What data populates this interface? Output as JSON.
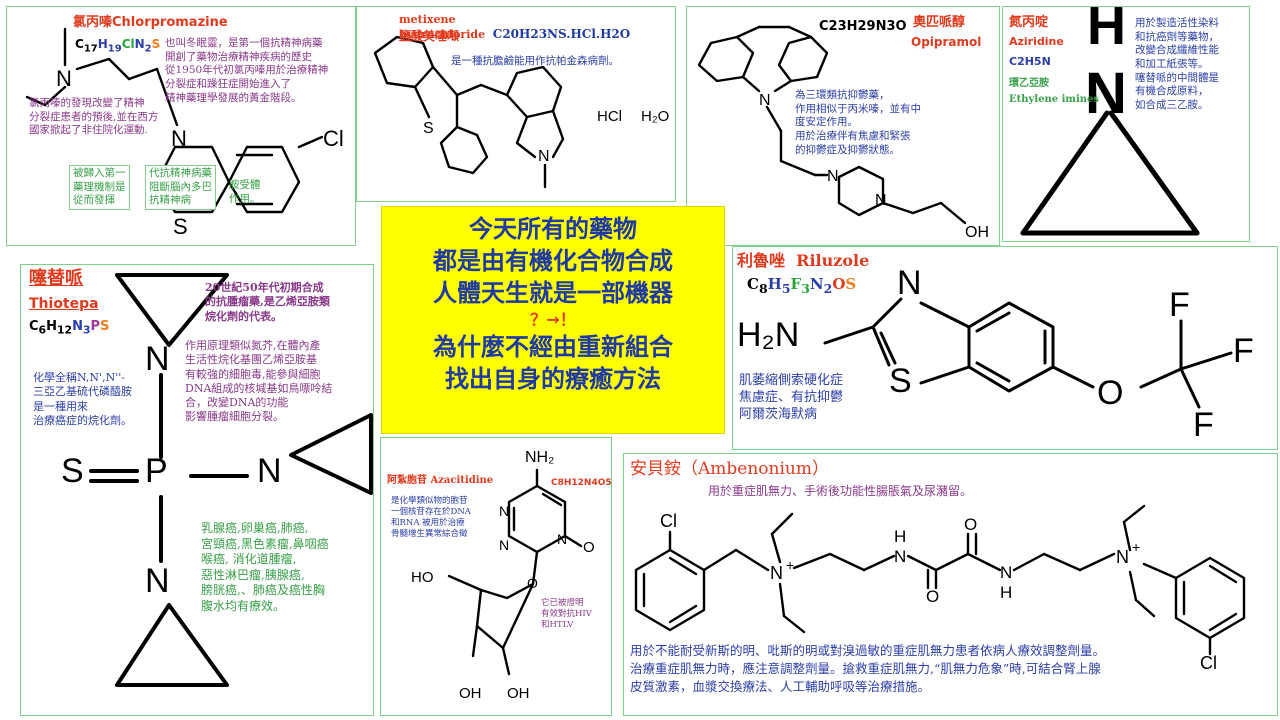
{
  "center": {
    "line1": "今天所有的藥物",
    "line2": "都是由有機化合物合成",
    "line3": "人體天生就是一部機器",
    "arrow": "？→！",
    "line4": "為什麼不經由重新組合",
    "line5": "找出自身的療癒方法"
  },
  "chlorpromazine": {
    "name": "氯丙嗪",
    "en": "Chlorpromazine",
    "formula": [
      "C",
      "17",
      "H",
      "19",
      "Cl",
      "N",
      "2",
      "S"
    ],
    "desc1": "也叫冬眠靈，是第一個抗精神病藥\n開創了藥物治療精神疾病的歷史\n從1950年代初氯丙嗪用於治療精神\n分裂症和躁狂症開始進入了\n精神藥理學發展的黃金階段。",
    "desc2": "氯丙嗪的發現改變了精神\n分裂症患者的預後,並在西方\n國家掀起了非住院化運動.",
    "box1": "被歸入第一\n藥理機制是\n從而發揮",
    "box2": "代抗精神病藥\n阻斷腦內多巴\n抗精神病",
    "box3": "胺受體\n作用。",
    "atoms": {
      "n1": "N",
      "n2": "N",
      "s": "S",
      "cl": "Cl"
    }
  },
  "metixene": {
    "en": "metixene hydrochloride",
    "name": "鹽酸美噻噸",
    "formula": "C20H23NS.HCl.H2O",
    "desc": "是一種抗膽鹼能用作抗帕金森病劑。",
    "atoms": {
      "s": "S",
      "n": "N",
      "hcl": "HCl",
      "h2o": "H₂O"
    }
  },
  "opipramol": {
    "formula": "C23H29N3O",
    "name": "奧匹哌醇",
    "en": "Opipramol",
    "desc": "為三環類抗抑鬱藥，\n作用相似于丙米嗪，並有中\n度安定作用。\n用於治療伴有焦慮和緊張\n的抑鬱症及抑鬱狀態。",
    "atoms": {
      "n1": "N",
      "n2": "N",
      "n3": "N",
      "oh": "OH"
    }
  },
  "aziridine": {
    "name": "氮丙啶",
    "en": "Aziridine",
    "formula": "C2H5N",
    "alt": "環乙亞胺",
    "alt_en": "Ethylene imines",
    "desc": "用於製造活性染料\n和抗癌劑等藥物，\n改變合成纖維性能\n和加工紙張等。\n噻替哌的中間體是\n有機合成原料，\n如合成三乙胺。",
    "atoms": {
      "h": "H",
      "n": "N"
    }
  },
  "thiotepa": {
    "name": "噻替哌",
    "en": "Thiotepa",
    "formula": [
      "C",
      "6",
      "H",
      "12",
      "N",
      "3",
      "P",
      "S"
    ],
    "desc1": "20世紀50年代初期合成\n的抗腫瘤藥,是乙烯亞胺類\n烷化劑的代表。",
    "desc2": "作用原理類似氮芥,在體內產\n生活性烷化基團乙烯亞胺基\n有較強的細胞毒,能參與細胞\nDNA組成的核堿基如鳥嘌呤結\n合，改變DNA的功能\n影響腫瘤細胞分裂。",
    "desc3": "化學全稱N,N',N''-\n三亞乙基硫代磷醯胺\n是一種用來\n治療癌症的烷化劑。",
    "desc4": "乳腺癌,卵巢癌,肺癌,\n宮頸癌,黑色素瘤,鼻咽癌\n喉癌, 消化道腫瘤,\n惡性淋巴瘤,胰腺癌,\n膀胱癌,、肺癌及癌性胸\n腹水均有療效。",
    "atoms": {
      "n1": "N",
      "n2": "N",
      "n3": "N",
      "p": "P",
      "s": "S"
    }
  },
  "riluzole": {
    "name": "利魯唑",
    "en": "Riluzole",
    "formula": [
      "C",
      "8",
      "H",
      "5",
      "F",
      "3",
      "N",
      "2",
      "O",
      "S"
    ],
    "desc": "肌萎縮側索硬化症\n焦慮症、有抗抑鬱\n阿爾茨海默病",
    "atoms": {
      "n": "N",
      "h2n": "H₂N",
      "s": "S",
      "o": "O",
      "f1": "F",
      "f2": "F",
      "f3": "F"
    }
  },
  "azacitidine": {
    "name": "阿紮胞苷",
    "en": "Azacitidine",
    "formula": "C8H12N4O5",
    "desc": "是化學類似物的胞苷\n一個核苷存在於DNA\n和RNA 被用於治療\n骨髓增生異常綜合徵",
    "desc2": "它已被證明\n有效對抗HIV\n和HTLV",
    "atoms": {
      "nh2": "NH₂",
      "n1": "N",
      "n2": "N",
      "n3": "N",
      "o": "O",
      "o2": "O",
      "ho": "HO",
      "oh1": "OH",
      "oh2": "OH"
    }
  },
  "ambenonium": {
    "name": "安貝銨（Ambenonium）",
    "use": "用於重症肌無力、手術後功能性腸脹氣及尿瀦留。",
    "desc": "用於不能耐受新斯的明、吡斯的明或對溴過敏的重症肌無力患者依病人療效調整劑量。\n治療重症肌無力時，應注意調整劑量。搶救重症肌無力,“肌無力危象”時,可結合腎上腺\n皮質激素，血漿交換療法、人工輔助呼吸等治療措施。",
    "atoms": {
      "cl1": "Cl",
      "cl2": "Cl",
      "n1": "N",
      "n2": "N",
      "plus1": "+",
      "plus2": "+",
      "h1": "H",
      "h2": "H",
      "nh1": "N",
      "nh2": "N",
      "o1": "O",
      "o2": "O"
    }
  }
}
